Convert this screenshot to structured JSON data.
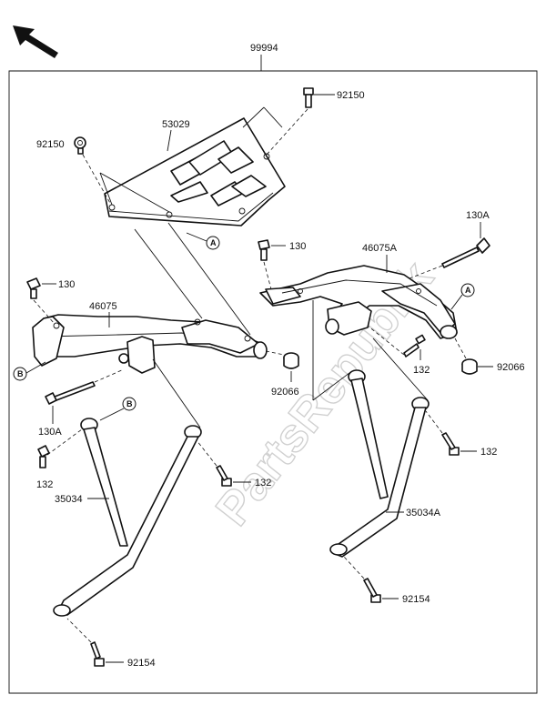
{
  "watermark": "PartsRepublik",
  "assembly_number": "99994",
  "direction_arrow": "front-direction-arrow-icon",
  "part_labels": {
    "bolt_top_right": "92150",
    "plate": "53029",
    "bolt_left": "92150",
    "bolt_130a_top": "130A",
    "bolt_130_center": "130",
    "bracket_right": "46075A",
    "bolt_130_left": "130",
    "bracket_left": "46075",
    "grommet_center": "92066",
    "grommet_right": "92066",
    "bolt_132_center": "132",
    "bolt_130a_bottom": "130A",
    "bolt_132_right": "132",
    "bolt_132_left": "132",
    "bolt_132_mid": "132",
    "stay_left": "35034",
    "stay_right": "35034A",
    "bolt_92154_right": "92154",
    "bolt_92154_bottom": "92154"
  },
  "ref_markers": {
    "a_plate": "A",
    "a_right": "A",
    "b_left": "B",
    "b_stay": "B"
  }
}
